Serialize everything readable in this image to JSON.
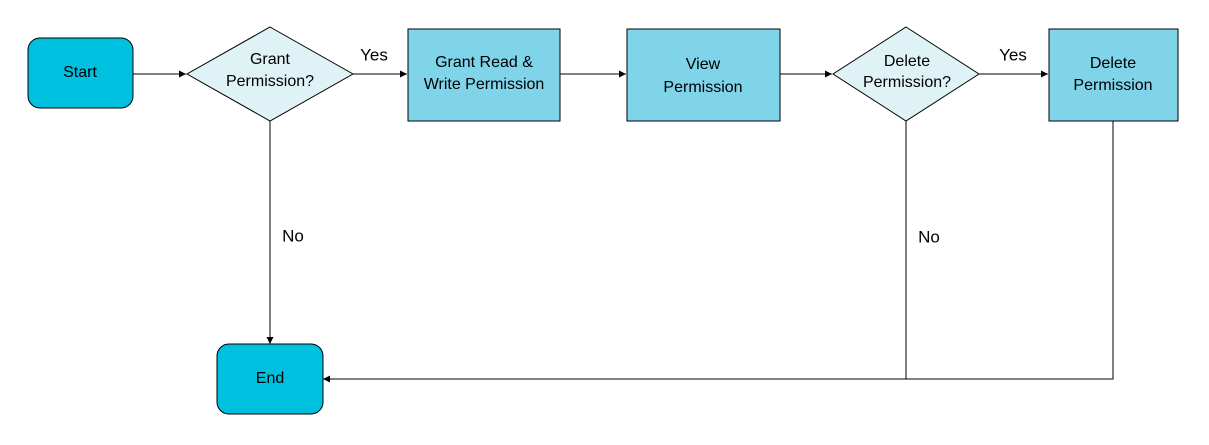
{
  "colors": {
    "terminal_fill": "#00c0e0",
    "process_fill": "#7fd4ea",
    "decision_fill": "#dff2f6",
    "line": "#000000"
  },
  "nodes": {
    "start": {
      "shape": "terminal",
      "lines": [
        "Start"
      ]
    },
    "grant_decision": {
      "shape": "decision",
      "lines": [
        "Grant",
        "Permission?"
      ]
    },
    "grant_rw": {
      "shape": "process",
      "lines": [
        "Grant Read &",
        "Write Permission"
      ]
    },
    "view": {
      "shape": "process",
      "lines": [
        "View",
        "Permission"
      ]
    },
    "delete_decision": {
      "shape": "decision",
      "lines": [
        "Delete",
        "Permission?"
      ]
    },
    "delete": {
      "shape": "process",
      "lines": [
        "Delete",
        "Permission"
      ]
    },
    "end": {
      "shape": "terminal",
      "lines": [
        "End"
      ]
    }
  },
  "edges": [
    {
      "from": "start",
      "to": "grant_decision",
      "label": ""
    },
    {
      "from": "grant_decision",
      "to": "grant_rw",
      "label": "Yes"
    },
    {
      "from": "grant_decision",
      "to": "end",
      "label": "No"
    },
    {
      "from": "grant_rw",
      "to": "view",
      "label": ""
    },
    {
      "from": "view",
      "to": "delete_decision",
      "label": ""
    },
    {
      "from": "delete_decision",
      "to": "delete",
      "label": "Yes"
    },
    {
      "from": "delete_decision",
      "to": "end",
      "label": "No"
    },
    {
      "from": "delete",
      "to": "end",
      "label": ""
    }
  ]
}
